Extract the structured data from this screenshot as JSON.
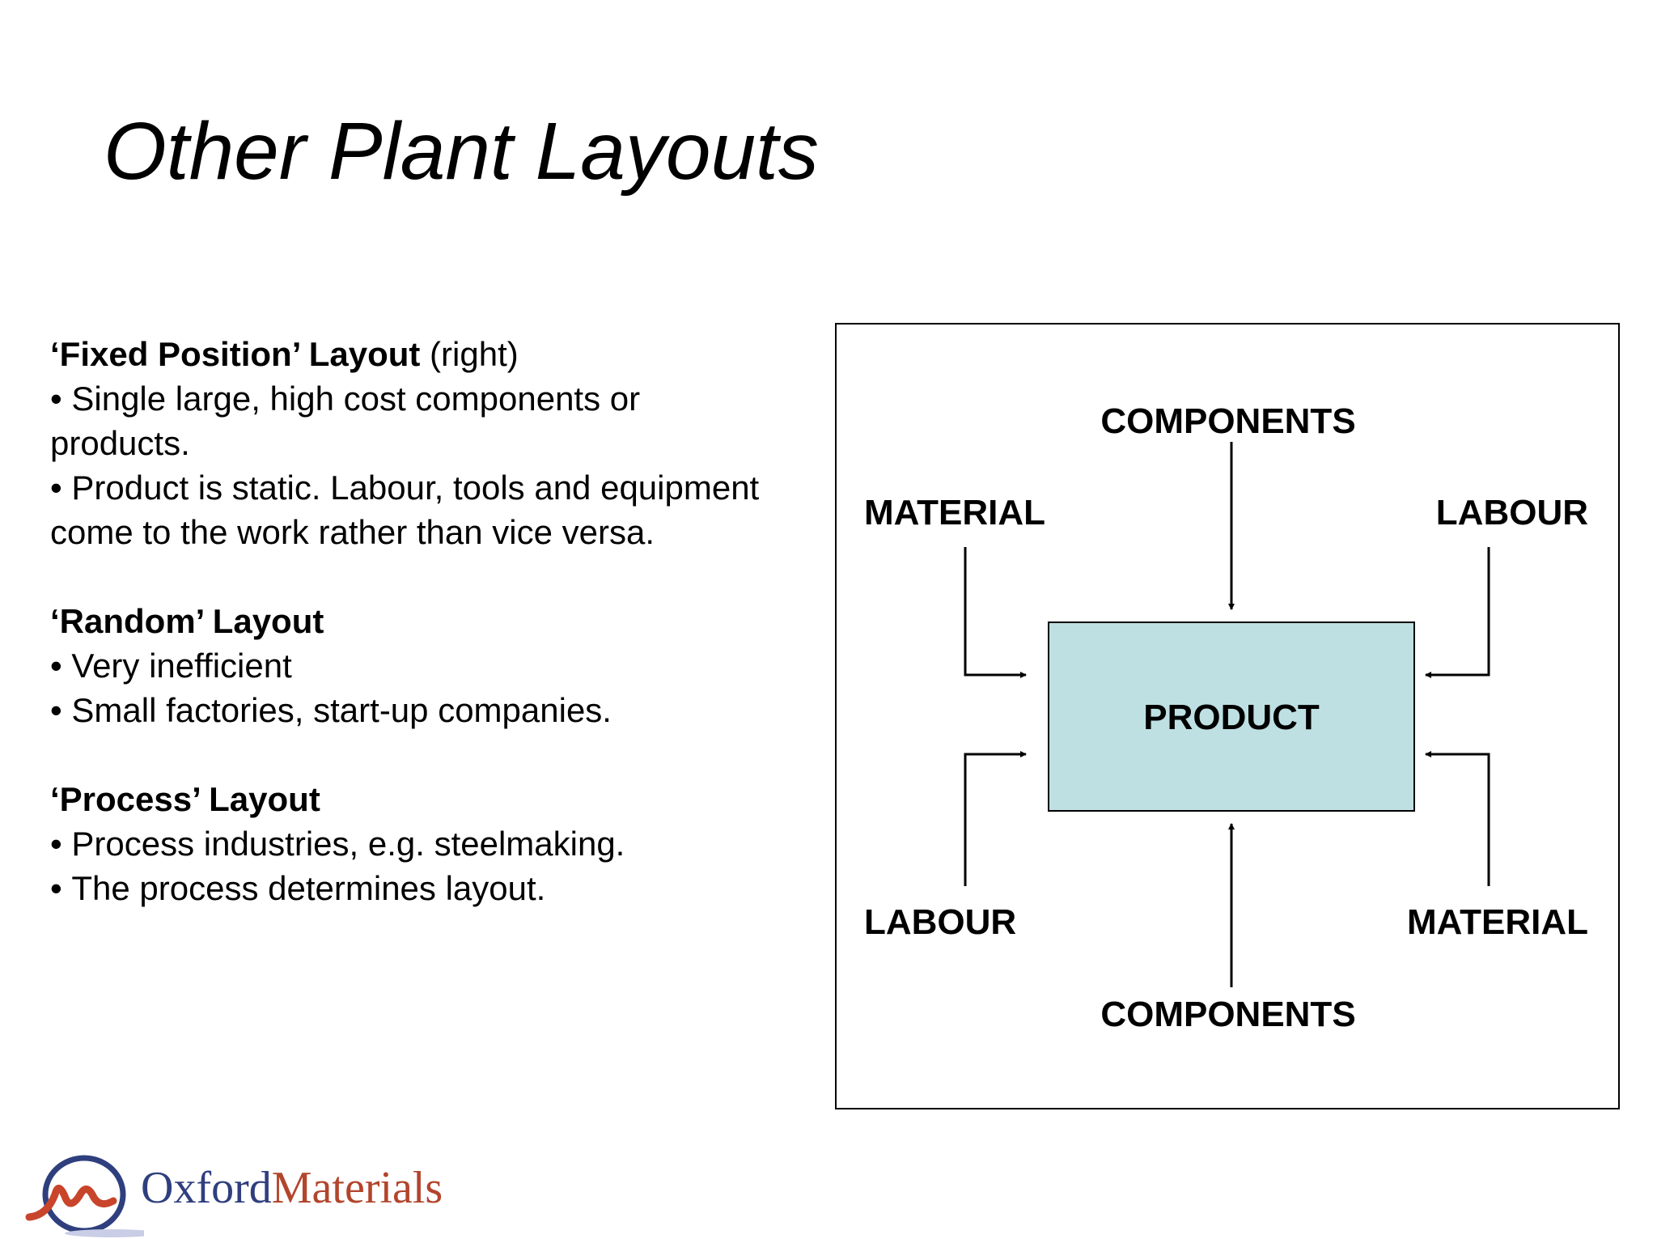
{
  "slide": {
    "title": "Other Plant Layouts",
    "sections": [
      {
        "heading": "‘Fixed Position’ Layout",
        "heading_suffix": " (right)",
        "bullets": [
          "Single large, high cost components or products.",
          "Product is static.  Labour, tools and equipment come to the work rather than vice versa."
        ]
      },
      {
        "heading": "‘Random’ Layout",
        "bullets": [
          "Very inefficient",
          "Small factories, start-up companies."
        ]
      },
      {
        "heading": "‘Process’ Layout",
        "bullets": [
          "Process industries, e.g. steelmaking.",
          "The process determines layout."
        ]
      }
    ]
  },
  "diagram": {
    "product_label": "PRODUCT",
    "product_fill": "#bee0e3",
    "labels": {
      "components_top": "COMPONENTS",
      "material_left": "MATERIAL",
      "labour_right": "LABOUR",
      "labour_left": "LABOUR",
      "material_right": "MATERIAL",
      "components_bottom": "COMPONENTS"
    }
  },
  "logo": {
    "name_part1": "Oxford",
    "name_part2": "Materials",
    "color_primary": "#2f3f7e",
    "color_accent": "#b2452c"
  }
}
